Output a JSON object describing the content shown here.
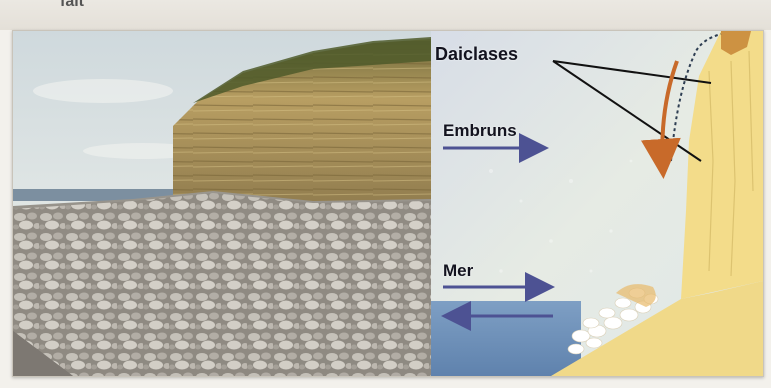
{
  "header_fragment": "fait",
  "footer_fragment": "",
  "figure": {
    "labels": {
      "daiclases": "Daiclases",
      "embruns": "Embruns",
      "mer": "Mer"
    },
    "colors": {
      "arrow_blue": "#4d5293",
      "erosion_arrow": "#c86a2a",
      "cliff_yellow": "#f3dc8a",
      "sea_blue": "#6b8fb8"
    },
    "icons": [
      "arrow-right-icon",
      "arrow-left-icon",
      "curved-arrow-icon"
    ]
  }
}
